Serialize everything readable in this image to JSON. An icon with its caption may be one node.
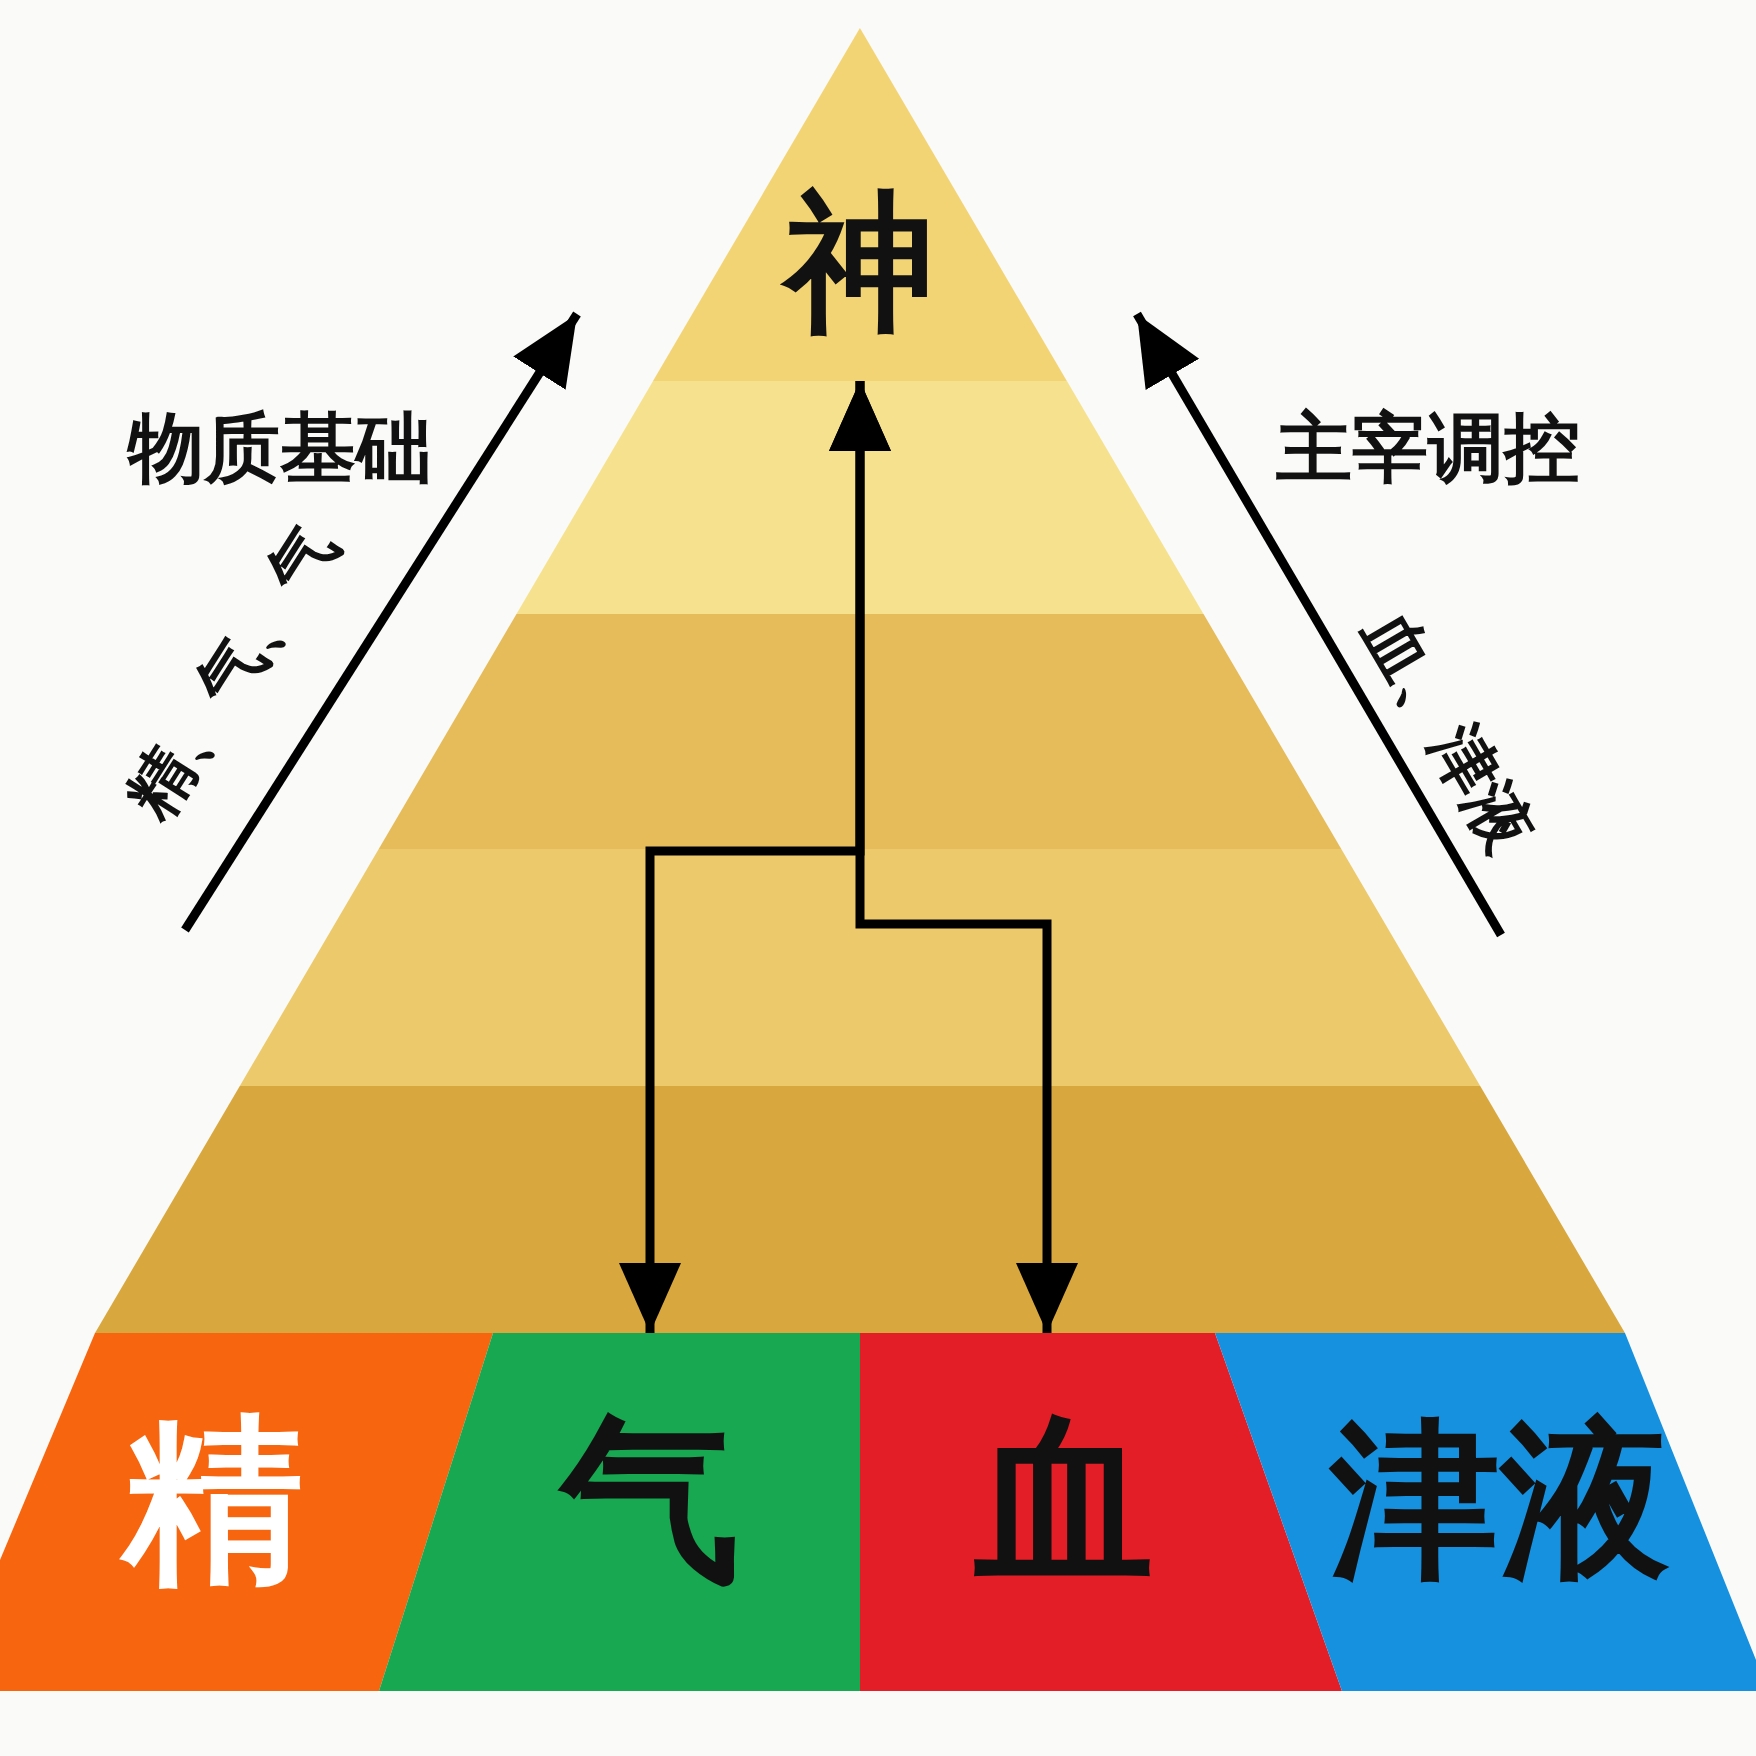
{
  "diagram": {
    "nodes": [
      {
        "text": [
          "神"
        ]
      },
      {
        "text": [
          "精"
        ]
      },
      {
        "text": [
          "气"
        ]
      },
      {
        "text": [
          "血"
        ]
      },
      {
        "text": [
          "津液"
        ]
      }
    ],
    "edges": [
      {
        "from": 2,
        "to": 0,
        "arrow": "both"
      },
      {
        "from": 3,
        "to": 0,
        "arrow": "both"
      }
    ],
    "labels": [
      "物质基础",
      "主宰调控",
      "精、气、气",
      "血、津液"
    ]
  }
}
